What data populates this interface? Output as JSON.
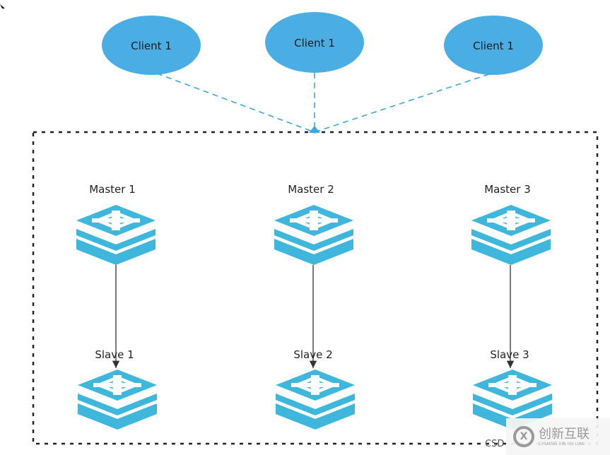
{
  "colors": {
    "node": "#4aaee4",
    "redis": "#3fb7dc",
    "edge": "#3aa8dd",
    "arrow": "#333333",
    "box": "#222222"
  },
  "clients": [
    {
      "label": "Client 1"
    },
    {
      "label": "Client 1"
    },
    {
      "label": "Client 1"
    }
  ],
  "masters": [
    {
      "label": "Master 1"
    },
    {
      "label": "Master 2"
    },
    {
      "label": "Master 3"
    }
  ],
  "slaves": [
    {
      "label": "Slave 1"
    },
    {
      "label": "Slave 2"
    },
    {
      "label": "Slave 3"
    }
  ],
  "icon": "redis-stack-icon",
  "watermark": {
    "text": "创新互联",
    "subtext": "CHUANG XIN HU LIAN",
    "partial": "CSD"
  }
}
